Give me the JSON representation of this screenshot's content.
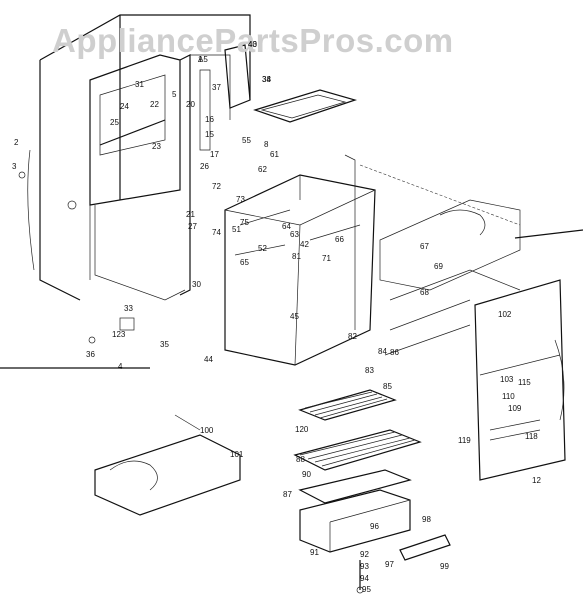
{
  "watermark": "AppliancePartsPros.com",
  "callouts": [
    "40",
    "38",
    "1",
    "2",
    "3",
    "8",
    "17",
    "20",
    "21",
    "22",
    "23",
    "24",
    "25",
    "26",
    "27",
    "30",
    "33",
    "35",
    "36",
    "4",
    "5",
    "16",
    "15",
    "31",
    "37",
    "44",
    "45",
    "42",
    "51",
    "52",
    "55",
    "61",
    "62",
    "63",
    "64",
    "65",
    "66",
    "67",
    "68",
    "69",
    "71",
    "72",
    "73",
    "74",
    "75",
    "81",
    "82",
    "83",
    "84",
    "85",
    "86",
    "87",
    "88",
    "90",
    "91",
    "92",
    "93",
    "94",
    "95",
    "96",
    "97",
    "98",
    "99",
    "100",
    "101",
    "102",
    "103",
    "110",
    "109",
    "115",
    "118",
    "119",
    "120",
    "123",
    "12",
    "43",
    "34",
    "A5"
  ]
}
